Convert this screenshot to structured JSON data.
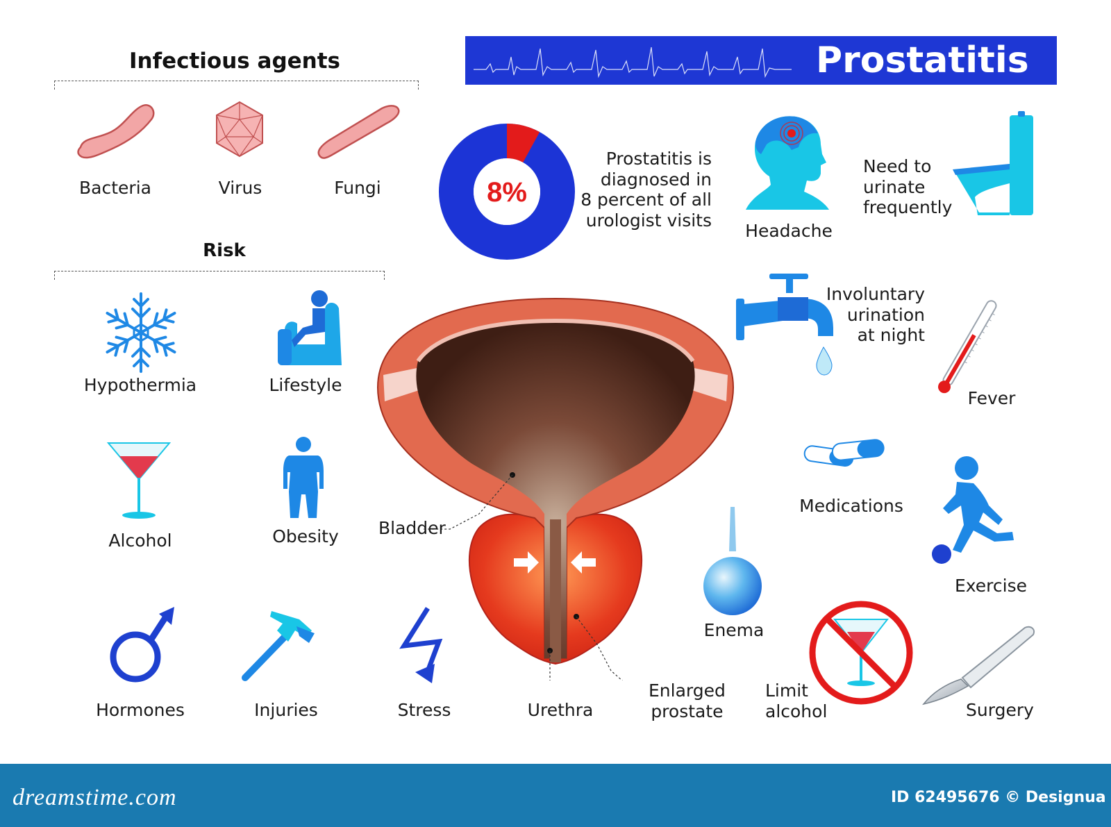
{
  "title": "Prostatitis",
  "infectious": {
    "heading": "Infectious agents",
    "items": [
      "Bacteria",
      "Virus",
      "Fungi"
    ]
  },
  "risk": {
    "heading": "Risk",
    "items": [
      "Hypothermia",
      "Lifestyle",
      "Alcohol",
      "Obesity",
      "Hormones",
      "Injuries",
      "Stress"
    ]
  },
  "stat": {
    "percent_label": "8%",
    "percent_value": 8,
    "ring_color": "#1c34d6",
    "slice_color": "#e31b1b",
    "text": [
      "Prostatitis is",
      "diagnosed in",
      "8 percent of all",
      "urologist visits"
    ]
  },
  "symptoms": {
    "headache": "Headache",
    "urinate": [
      "Need to",
      "urinate",
      "frequently"
    ],
    "involuntary": [
      "Involuntary",
      "urination",
      "at night"
    ],
    "fever": "Fever"
  },
  "anatomy": {
    "bladder": "Bladder",
    "urethra": "Urethra",
    "prostate": [
      "Enlarged",
      "prostate"
    ]
  },
  "treatment": {
    "medications": "Medications",
    "exercise": "Exercise",
    "enema": "Enema",
    "limit_alcohol": [
      "Limit",
      "alcohol"
    ],
    "surgery": "Surgery"
  },
  "colors": {
    "title_bar": "#1e37d4",
    "risk_icon": "#1e88e5",
    "symptom_icon": "#19c6e6",
    "footer": "#1a7ab0"
  },
  "footer": {
    "brand": "dreamstime.com",
    "id": "ID 62495676 © Designua"
  }
}
